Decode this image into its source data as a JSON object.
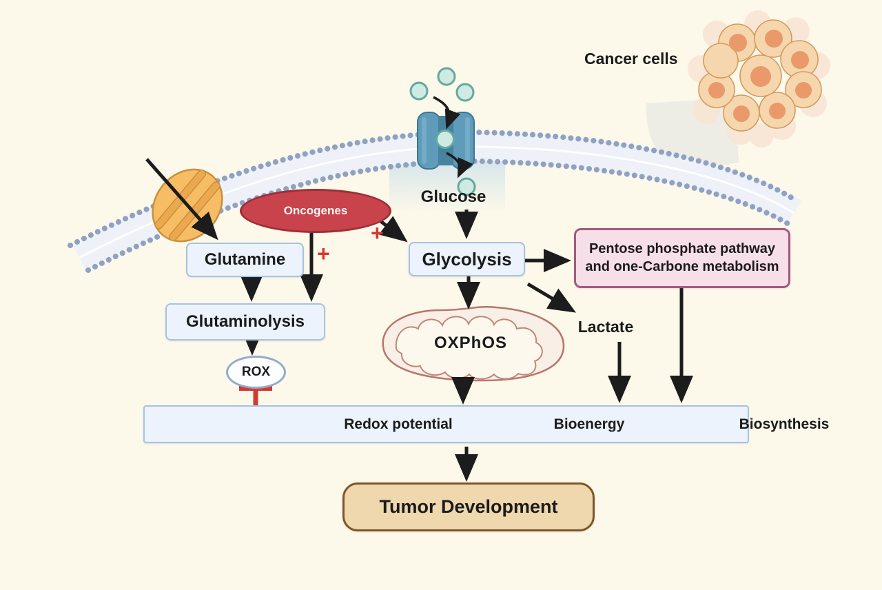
{
  "figure": {
    "type": "pathway-diagram",
    "topic": "Cancer cell metabolism and tumor development",
    "background_color": "#fcf8ea"
  },
  "labels": {
    "cancer_cells": "Cancer cells",
    "glucose": "Glucose",
    "oncogenes": "Oncogenes",
    "glutamine": "Glutamine",
    "glutaminolysis": "Glutaminolysis",
    "glycolysis": "Glycolysis",
    "pentose_pathway": "Pentose phosphate pathway and one-Carbone metabolism",
    "oxphos": "OXPhOS",
    "lactate": "Lactate",
    "rox": "ROX",
    "outcomes": {
      "redox": "Redox potential",
      "bioenergy": "Bioenergy",
      "biosynthesis": "Biosynthesis"
    },
    "tumor_development": "Tumor Development",
    "plus_sign": "+"
  },
  "edges": [
    {
      "from": "extracellular glucose",
      "to": "Glucose",
      "type": "transport-through-channel"
    },
    {
      "from": "extracellular glutamine",
      "to": "Glutamine",
      "type": "transport-through-carrier"
    },
    {
      "from": "Glucose",
      "to": "Glycolysis",
      "type": "arrow"
    },
    {
      "from": "Oncogenes",
      "to": "Glycolysis",
      "type": "activation",
      "sign": "+"
    },
    {
      "from": "Oncogenes",
      "to": "Glutaminolysis",
      "type": "activation",
      "sign": "+"
    },
    {
      "from": "Glutamine",
      "to": "Glutaminolysis",
      "type": "arrow"
    },
    {
      "from": "Glutaminolysis",
      "to": "ROX",
      "type": "arrow"
    },
    {
      "from": "ROX",
      "to": "Redox potential",
      "type": "inhibition"
    },
    {
      "from": "Glycolysis",
      "to": "Pentose phosphate pathway and one-Carbone metabolism",
      "type": "arrow"
    },
    {
      "from": "Glycolysis",
      "to": "OXPhOS",
      "type": "arrow"
    },
    {
      "from": "Glycolysis",
      "to": "Lactate",
      "type": "arrow"
    },
    {
      "from": "OXPhOS",
      "to": "Bioenergy",
      "type": "arrow"
    },
    {
      "from": "Lactate",
      "to": "Biosynthesis",
      "type": "arrow"
    },
    {
      "from": "Pentose phosphate pathway and one-Carbone metabolism",
      "to": "Biosynthesis",
      "type": "arrow"
    },
    {
      "from": "Redox potential / Bioenergy / Biosynthesis",
      "to": "Tumor Development",
      "type": "arrow"
    }
  ],
  "colors": {
    "node_fill": "#edf3fc",
    "node_border": "#a6c2e2",
    "pentose_fill": "#f6dfe9",
    "pentose_border": "#a55a7c",
    "oncogene_fill": "#c8434c",
    "oncogene_border": "#9e2f37",
    "tumor_fill": "#efd7ae",
    "tumor_border": "#7e5527",
    "arrow_black": "#1c1c1c",
    "activation_red": "#d23a30",
    "membrane_dot": "#8fa2c4",
    "channel_blue": "#5e9cba",
    "transporter_orange": "#f7bd65",
    "mitochondria_outline": "#b5766b",
    "glucose_molecule_fill": "#cfeae3",
    "glucose_molecule_border": "#63a9a1"
  }
}
